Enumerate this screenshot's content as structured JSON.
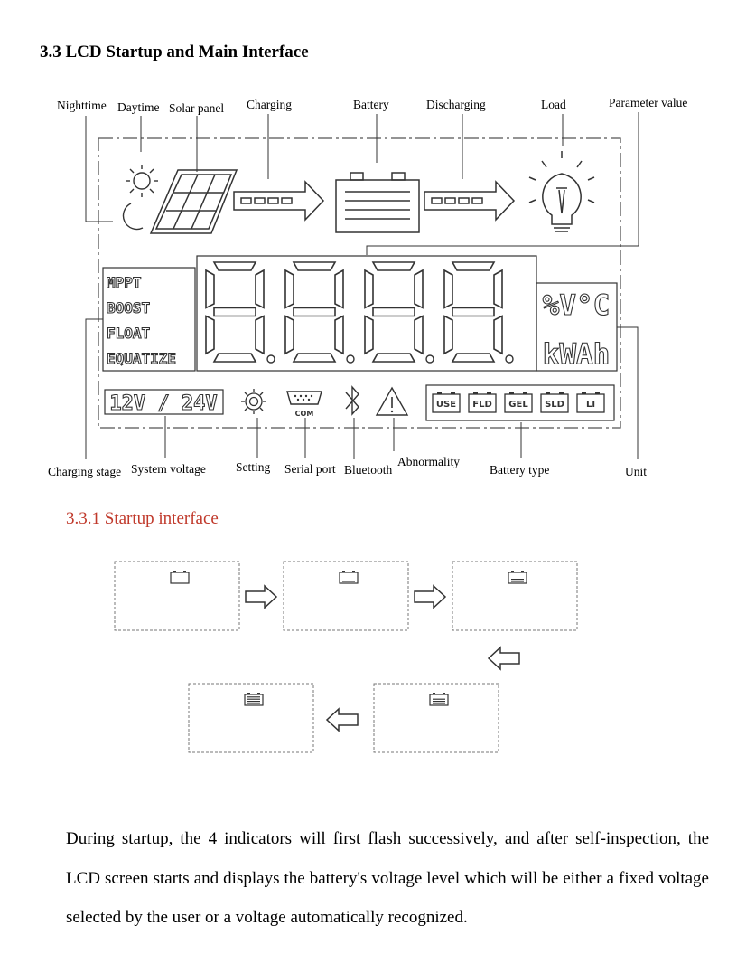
{
  "section_title": "3.3 LCD Startup and Main Interface",
  "diagram": {
    "labels_top": {
      "nighttime": "Nighttime",
      "daytime": "Daytime",
      "solar_panel": "Solar panel",
      "charging": "Charging",
      "battery": "Battery",
      "discharging": "Discharging",
      "load": "Load",
      "parameter_value": "Parameter value"
    },
    "labels_bottom": {
      "charging_stage": "Charging stage",
      "system_voltage": "System voltage",
      "setting": "Setting",
      "serial_port": "Serial port",
      "bluetooth": "Bluetooth",
      "abnormality": "Abnormality",
      "battery_type": "Battery type",
      "unit": "Unit"
    },
    "lcd": {
      "charging_stages": [
        "MPPT",
        "BOOST",
        "FLOAT",
        "EQUATIZE"
      ],
      "units_top": "%V°C",
      "units_bottom": "kWAh",
      "system_voltage_text": "12V / 24V",
      "com_text": "COM",
      "battery_types": [
        "USE",
        "FLD",
        "GEL",
        "SLD",
        "LI"
      ]
    }
  },
  "subsection_title": "3.3.1 Startup interface",
  "startup_sequence": {
    "battery_bar_counts": [
      0,
      1,
      2,
      3,
      4
    ]
  },
  "paragraph": "During startup, the 4 indicators will first flash successively, and after self-inspection, the LCD screen starts and displays the battery's voltage level which will be either a fixed voltage selected by the user or a voltage automatically recognized."
}
